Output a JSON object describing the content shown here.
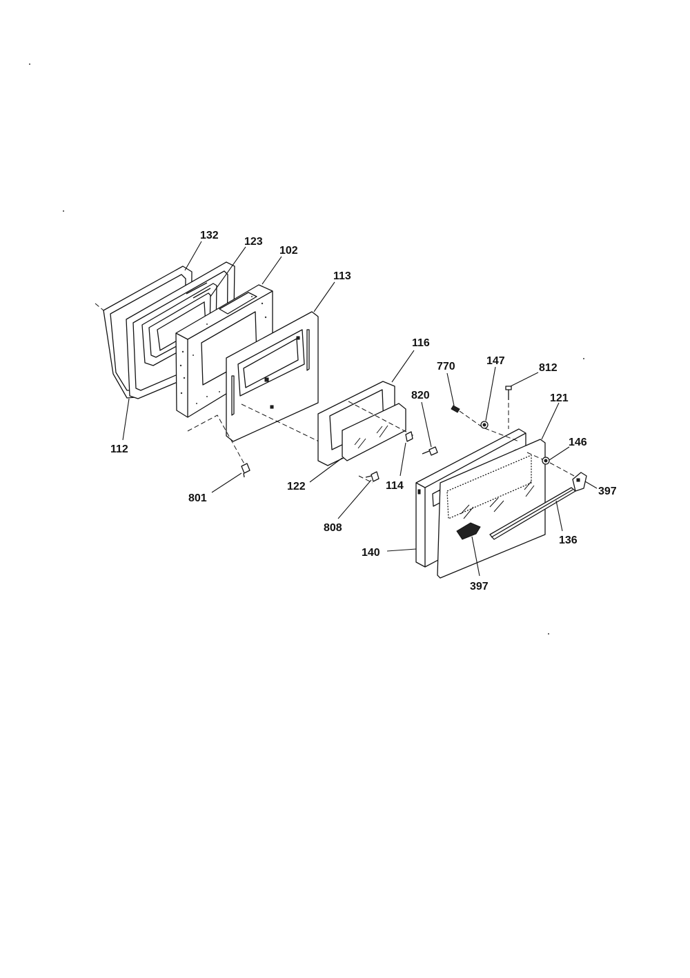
{
  "callouts": {
    "c132": "132",
    "c123": "123",
    "c102": "102",
    "c113": "113",
    "c116": "116",
    "c770": "770",
    "c147": "147",
    "c812": "812",
    "c121": "121",
    "c820": "820",
    "c146": "146",
    "c397_right": "397",
    "c112": "112",
    "c801": "801",
    "c122": "122",
    "c114": "114",
    "c808": "808",
    "c136": "136",
    "c140": "140",
    "c397_bottom": "397"
  }
}
